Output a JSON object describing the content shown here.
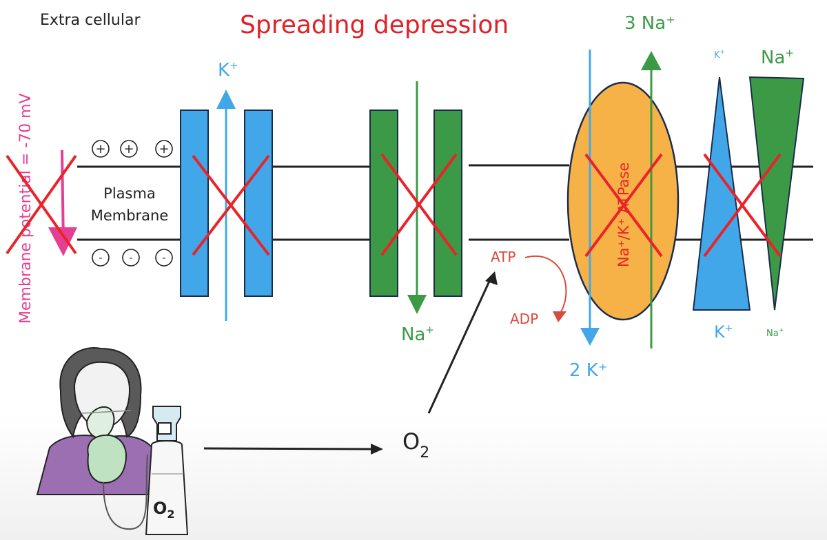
{
  "diagram": {
    "title": "Spreading depression",
    "region_label": "Extra cellular",
    "membrane_potential_label": "Membrane potential = -70 mV",
    "plasma_membrane_label_line1": "Plasma",
    "plasma_membrane_label_line2": "Membrane",
    "positive_charge_symbol": "+",
    "negative_charge_symbol": "-",
    "k_channel_ion": "K",
    "na_channel_ion": "Na",
    "ion_charge": "+",
    "pump_label": "Na⁺/K⁺ ATPase",
    "pump_out_label": "3 Na⁺",
    "pump_in_label": "2 K⁺",
    "atp_label": "ATP",
    "adp_label": "ADP",
    "oxygen_letter": "O",
    "oxygen_sub": "2",
    "gradient_k_top": "K",
    "gradient_na_top": "Na",
    "gradient_k_bottom": "K",
    "gradient_na_bottom": "Na",
    "tank_label": "O",
    "tank_label_sub": "2"
  },
  "colors": {
    "title": "#e02127",
    "k_blue": "#41a7e8",
    "k_blue_dark": "#1a2c4a",
    "na_green": "#3c9a46",
    "pump_orange": "#f7b247",
    "x_red": "#e8242a",
    "membrane_pink": "#e43f93",
    "atp_red": "#d94b3d",
    "purple": "#9c6fb2",
    "mask_green": "#bfe3c2"
  }
}
